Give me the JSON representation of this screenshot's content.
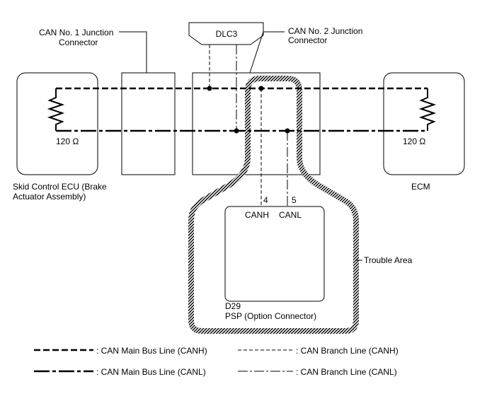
{
  "labels": {
    "can1_line1": "CAN No. 1 Junction",
    "can1_line2": "Connector",
    "can2_line1": "CAN No. 2 Junction",
    "can2_line2": "Connector",
    "dlc3": "DLC3",
    "res_left": "120 Ω",
    "res_right": "120 Ω",
    "skid_line1": "Skid Control ECU (Brake",
    "skid_line2": "Actuator Assembly)",
    "ecm": "ECM",
    "pin4": "4",
    "pin5": "5",
    "canh": "CANH",
    "canl": "CANL",
    "trouble": "Trouble Area",
    "d29": "D29",
    "psp": "PSP (Option Connector)"
  },
  "legend": [
    {
      "text": ": CAN Main Bus Line (CANH)"
    },
    {
      "text": ": CAN Branch Line (CANH)"
    },
    {
      "text": ": CAN Main Bus Line (CANL)"
    },
    {
      "text": ": CAN Branch Line (CANL)"
    }
  ]
}
